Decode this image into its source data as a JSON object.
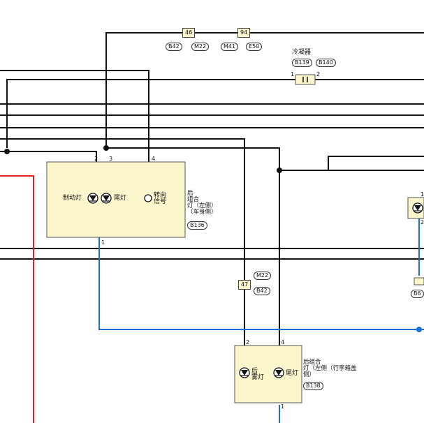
{
  "connectors": [
    {
      "id": "c46",
      "label": "46"
    },
    {
      "id": "c94",
      "label": "94"
    },
    {
      "id": "c47",
      "label": "47"
    }
  ],
  "refs": {
    "r1": "B42",
    "r2": "M22",
    "r3": "M41",
    "r4": "E50",
    "r5": "B139",
    "r6": "B140",
    "r7": "M22",
    "r8": "B42",
    "r9": "B136",
    "r10": "B138",
    "r11": "B6"
  },
  "labels": {
    "condenser": "冷凝器",
    "brake_lamp": "制动灯",
    "tail_lamp_1": "尾灯",
    "turn_signal": "转向\n信号",
    "rear_combo_left_body": "后\n组合\n灯（左侧）\n（车身侧）",
    "rear_lamp_2": "后\n雾灯",
    "tail_lamp_2": "尾灯",
    "rear_combo_left_trunk": "后组合\n灯（左侧（行李箱盖\n侧）"
  },
  "pins": {
    "cond_1": "1",
    "cond_2": "2",
    "b136_2": "2",
    "b136_3": "3",
    "b136_4": "4",
    "b136_1": "1",
    "b138_2": "2",
    "b138_4": "4",
    "b138_1": "1",
    "right_1": "1",
    "right_2": "2"
  }
}
